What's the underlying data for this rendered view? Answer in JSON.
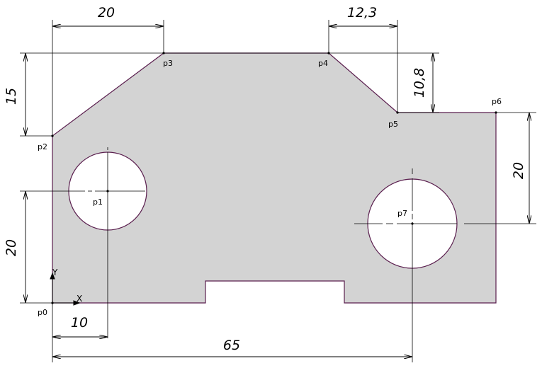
{
  "points": {
    "p0": "p0",
    "p1": "p1",
    "p2": "p2",
    "p3": "p3",
    "p4": "p4",
    "p5": "p5",
    "p6": "p6",
    "p7": "p7"
  },
  "dimensions": {
    "top_left_width": "20",
    "top_right_width": "12,3",
    "left_height": "15",
    "right_chamfer_height": "10,8",
    "right_height": "20",
    "left_hole_height": "20",
    "hole_offset": "10",
    "overall_width": "65"
  },
  "axes": {
    "x": "X",
    "y": "Y"
  },
  "colors": {
    "fill": "#d3d3d3",
    "outline": "#5a1e4e",
    "dimension": "#000000"
  }
}
